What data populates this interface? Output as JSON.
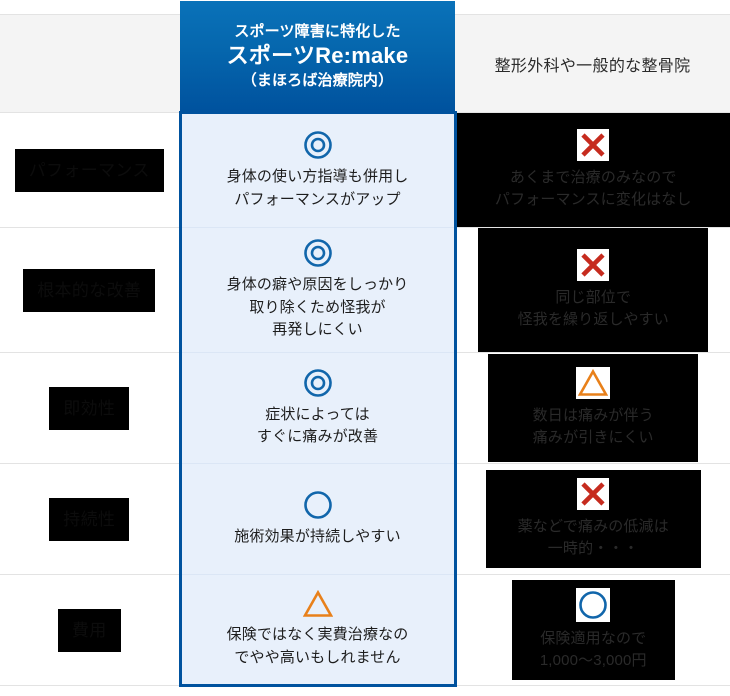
{
  "table": {
    "header": {
      "blank_label": "",
      "feature": {
        "line1": "スポーツ障害に特化した",
        "line2": "スポーツRe:make",
        "line3": "（まほろば治療院内）"
      },
      "other": "整形外科や一般的な整骨院"
    },
    "colors": {
      "brand_blue": "#00529e",
      "brand_blue_light": "#0a72b9",
      "feature_cell_bg": "#e8f0fb",
      "header_bg": "#f4f4f4",
      "mark_blue": "#1166ab",
      "mark_orange": "#e8801a",
      "mark_red": "#c62b1e",
      "redaction_black": "#000000"
    },
    "rows": [
      {
        "label": "パフォーマンス",
        "label_redacted": true,
        "feature": {
          "mark": "double-circle-icon",
          "mark_symbol": "◎",
          "lines": [
            "身体の使い方指導も併用し",
            "パフォーマンスがアップ"
          ]
        },
        "other": {
          "mark": "cross-icon",
          "mark_symbol": "✕",
          "lines": [
            "あくまで治療のみなので",
            "パフォーマンスに変化はなし"
          ],
          "redacted": true,
          "panel": "panel-full"
        }
      },
      {
        "label": "根本的な改善",
        "label_redacted": true,
        "feature": {
          "mark": "double-circle-icon",
          "mark_symbol": "◎",
          "lines": [
            "身体の癖や原因をしっかり",
            "取り除くため怪我が",
            "再発しにくい"
          ]
        },
        "other": {
          "mark": "cross-icon",
          "mark_symbol": "✕",
          "lines": [
            "同じ部位で",
            "怪我を繰り返しやすい"
          ],
          "redacted": true,
          "panel": "panel-w230"
        }
      },
      {
        "label": "即効性",
        "label_redacted": true,
        "feature": {
          "mark": "double-circle-icon",
          "mark_symbol": "◎",
          "lines": [
            "症状によっては",
            "すぐに痛みが改善"
          ]
        },
        "other": {
          "mark": "triangle-icon",
          "mark_symbol": "△",
          "lines": [
            "数日は痛みが伴う",
            "痛みが引きにくい"
          ],
          "redacted": true,
          "panel": "panel-w210"
        }
      },
      {
        "label": "持続性",
        "label_redacted": true,
        "feature": {
          "mark": "circle-icon",
          "mark_symbol": "○",
          "lines": [
            "施術効果が持続しやすい"
          ]
        },
        "other": {
          "mark": "cross-icon",
          "mark_symbol": "✕",
          "lines": [
            "薬などで痛みの低減は",
            "一時的・・・"
          ],
          "redacted": true,
          "panel": "panel-w215"
        }
      },
      {
        "label": "費用",
        "label_redacted": true,
        "feature": {
          "mark": "triangle-icon",
          "mark_symbol": "△",
          "lines": [
            "保険ではなく実費治療なの",
            "でやや高いもしれません"
          ]
        },
        "other": {
          "mark": "circle-icon",
          "mark_symbol": "○",
          "lines": [
            "保険適用なので",
            "1,000〜3,000円"
          ],
          "redacted": true,
          "panel": "panel-w163"
        }
      }
    ]
  }
}
